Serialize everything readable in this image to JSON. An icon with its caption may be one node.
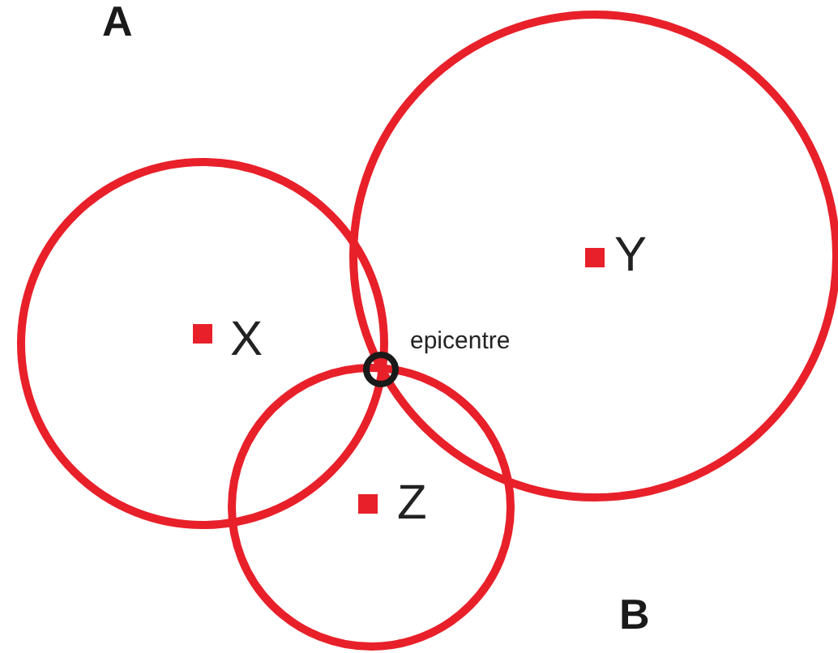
{
  "diagram": {
    "nodes": [
      {
        "text": [
          "X"
        ]
      },
      {
        "text": [
          "Y"
        ]
      },
      {
        "text": [
          "Z"
        ]
      },
      {
        "text": [],
        "shape": "circle"
      }
    ],
    "labels": [
      "A",
      "epicentre",
      "B"
    ]
  }
}
